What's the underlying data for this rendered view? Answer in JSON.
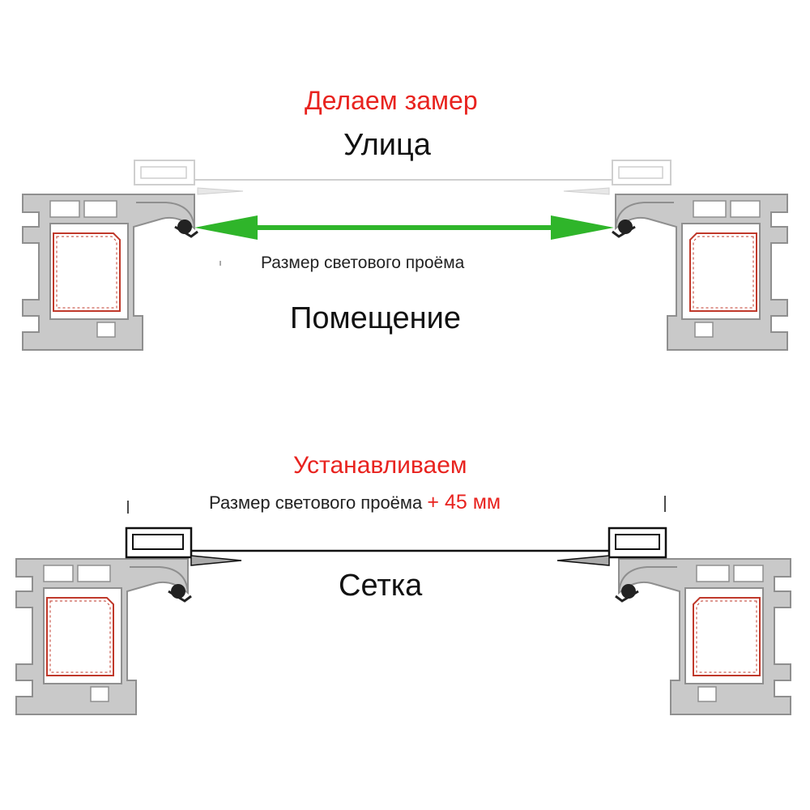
{
  "top": {
    "title": "Делаем замер",
    "outside_label": "Улица",
    "measure_label": "Размер светового проёма",
    "inside_label": "Помещение"
  },
  "bottom": {
    "title": "Устанавливаем",
    "size_label_base": "Размер светового проёма",
    "size_label_addition": "+ 45 мм",
    "net_label": "Сетка"
  },
  "colors": {
    "accent": "#e8231f",
    "arrow": "#2fb52a",
    "profile": "#9a9a9a",
    "reinforcement": "#c0392b"
  }
}
